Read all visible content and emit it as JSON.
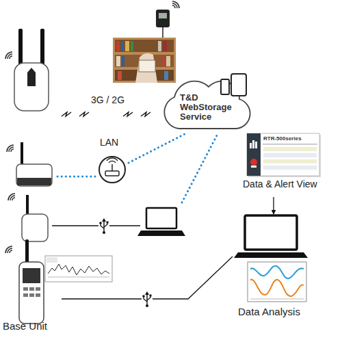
{
  "diagram": {
    "nodes": [
      {
        "text": [
          "T&D WebStorage Service"
        ]
      },
      {
        "text": [
          "RTR-500series",
          "Data & Alert View"
        ]
      },
      {
        "text": [
          "Data Analysis"
        ]
      },
      {
        "text": [
          "Base Unit"
        ]
      }
    ],
    "edges": [
      {
        "from": 1,
        "to": 2,
        "arrow": "to"
      },
      {
        "from": 3,
        "to": 2,
        "arrow": "none"
      }
    ],
    "labels": [
      "3G / 2G",
      "LAN"
    ]
  }
}
